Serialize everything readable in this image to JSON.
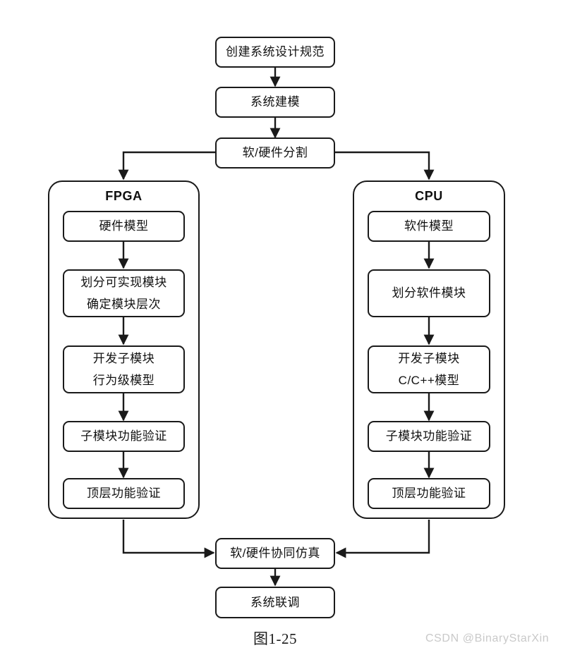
{
  "diagram": {
    "title_caption": "图1-25",
    "watermark": "CSDN @BinaryStarXin",
    "colors": {
      "background": "#ffffff",
      "stroke": "#1a1a1a",
      "text": "#111111",
      "watermark": "#c9c9c9"
    },
    "nodes": {
      "spec": {
        "label": "创建系统设计规范"
      },
      "modeling": {
        "label": "系统建模"
      },
      "partition": {
        "label": "软/硬件分割"
      },
      "fpga_group_title": "FPGA",
      "fpga_hw_model": {
        "label": "硬件模型"
      },
      "fpga_partition": {
        "line1": "划分可实现模块",
        "line2": "确定模块层次"
      },
      "fpga_dev": {
        "line1": "开发子模块",
        "line2": "行为级模型"
      },
      "fpga_sub_verify": {
        "label": "子模块功能验证"
      },
      "fpga_top_verify": {
        "label": "顶层功能验证"
      },
      "cpu_group_title": "CPU",
      "cpu_sw_model": {
        "label": "软件模型"
      },
      "cpu_partition": {
        "label": "划分软件模块"
      },
      "cpu_dev": {
        "line1": "开发子模块",
        "line2": "C/C++模型"
      },
      "cpu_sub_verify": {
        "label": "子模块功能验证"
      },
      "cpu_top_verify": {
        "label": "顶层功能验证"
      },
      "cosim": {
        "label": "软/硬件协同仿真"
      },
      "integration": {
        "label": "系统联调"
      }
    }
  }
}
